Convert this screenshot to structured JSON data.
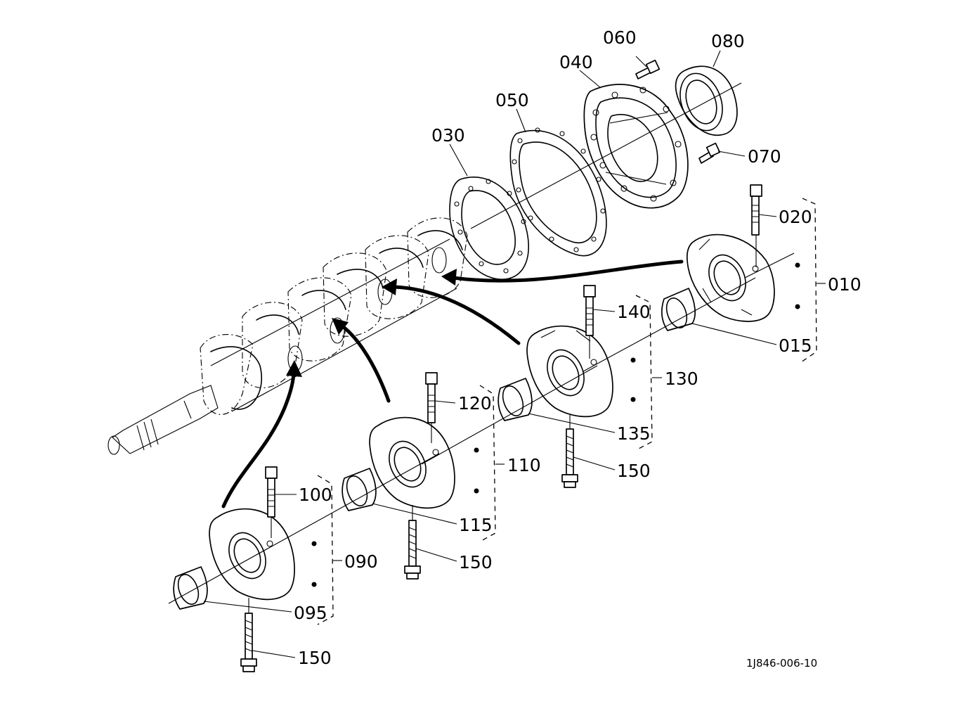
{
  "diagram_code": "1J846-006-10",
  "labels": {
    "p060": "060",
    "p080": "080",
    "p040": "040",
    "p050": "050",
    "p030": "030",
    "p070": "070",
    "p020": "020",
    "p010": "010",
    "p015": "015",
    "p140": "140",
    "p130": "130",
    "p135": "135",
    "p150a": "150",
    "p120": "120",
    "p110": "110",
    "p115": "115",
    "p150b": "150",
    "p100": "100",
    "p090": "090",
    "p095": "095",
    "p150c": "150"
  }
}
